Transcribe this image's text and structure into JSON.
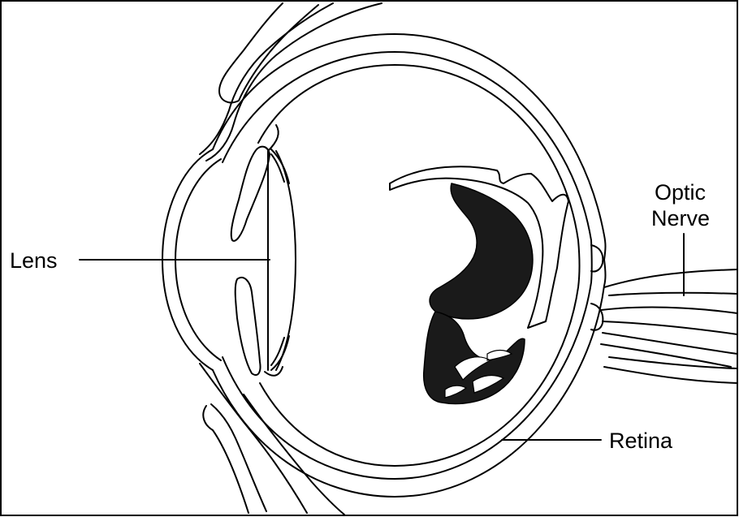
{
  "diagram": {
    "labels": {
      "lens": "Lens",
      "optic_nerve_line1": "Optic",
      "optic_nerve_line2": "Nerve",
      "retina": "Retina"
    },
    "colors": {
      "stroke": "#000000",
      "background": "#ffffff",
      "image_fill": "#1a1a1a"
    }
  }
}
